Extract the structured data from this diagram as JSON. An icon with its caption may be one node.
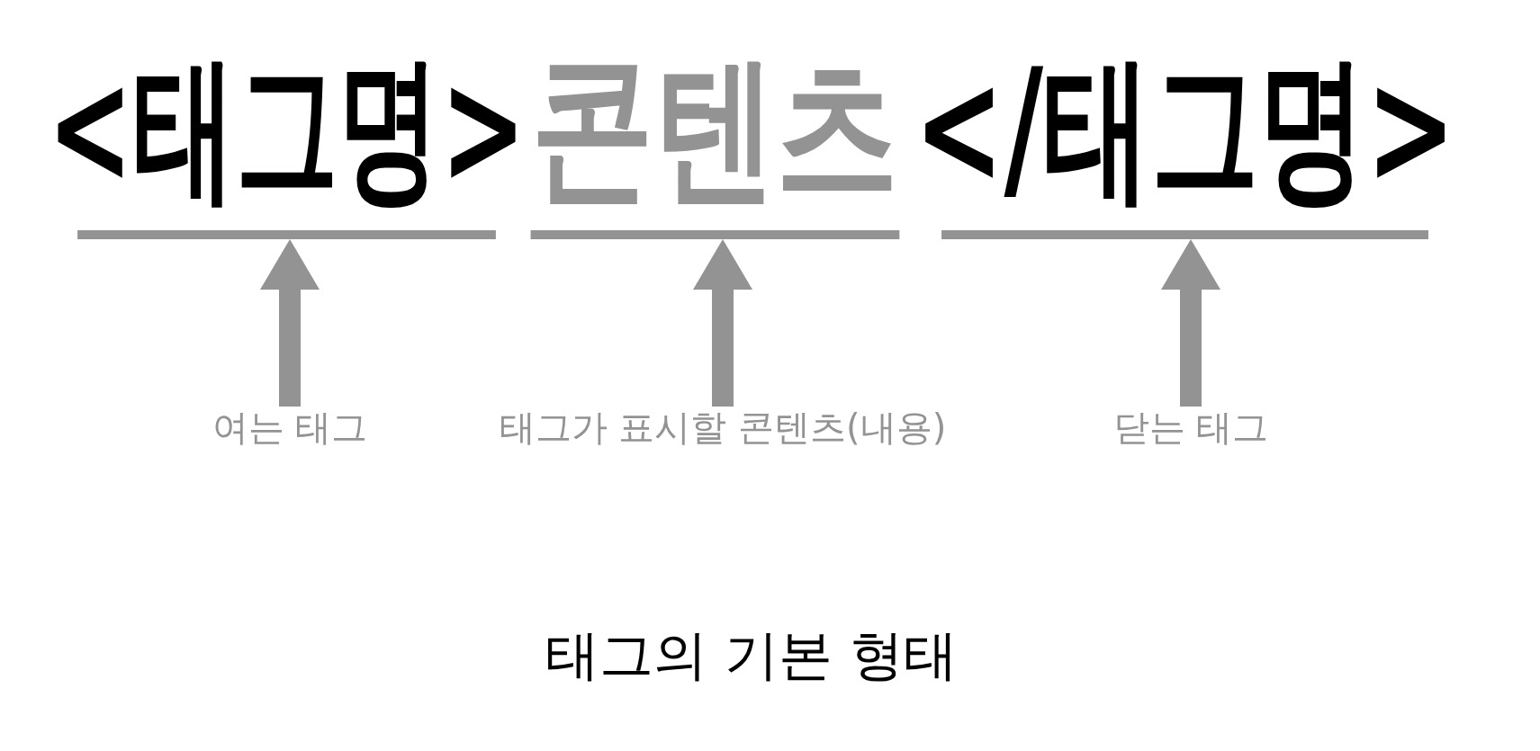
{
  "diagram": {
    "caption": "태그의 기본 형태",
    "nodes": [
      {
        "text": [
          "<태그명>"
        ]
      },
      {
        "text": [
          "콘텐츠"
        ]
      },
      {
        "text": [
          "</태그명>"
        ]
      },
      {
        "text": [
          "여는 태그"
        ]
      },
      {
        "text": [
          "태그가 표시할 콘텐츠(내용)"
        ]
      },
      {
        "text": [
          "닫는 태그"
        ]
      }
    ],
    "edges": [
      {
        "from": 3,
        "to": 0,
        "arrow": "to"
      },
      {
        "from": 4,
        "to": 1,
        "arrow": "to"
      },
      {
        "from": 5,
        "to": 2,
        "arrow": "to"
      }
    ]
  }
}
